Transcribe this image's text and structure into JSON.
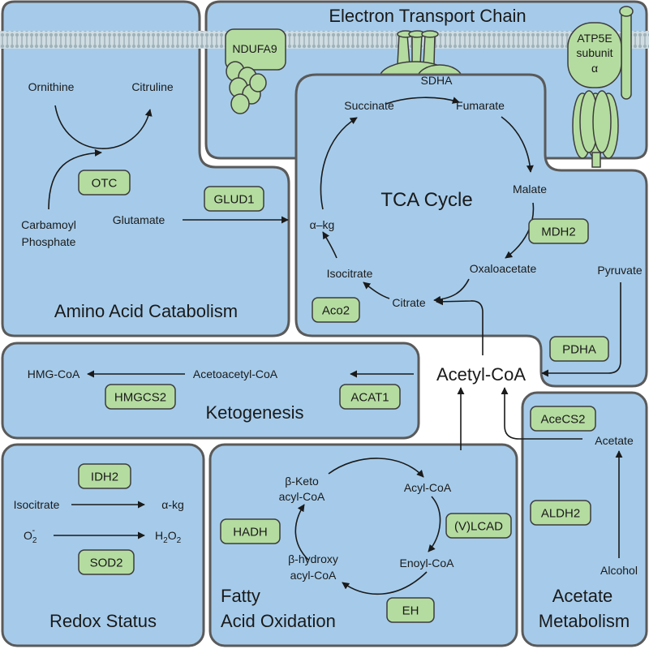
{
  "panels": {
    "etc_title": "Electron Transport Chain",
    "tca_title": "TCA Cycle",
    "amino_title": "Amino Acid Catabolism",
    "keto_title": "Ketogenesis",
    "redox_title": "Redox Status",
    "fao_title_1": "Fatty",
    "fao_title_2": "Acid Oxidation",
    "acetate_title_1": "Acetate",
    "acetate_title_2": "Metabolism"
  },
  "etc": {
    "ndufa9": "NDUFA9",
    "sdha": "SDHA",
    "atp5e_1": "ATP5E",
    "atp5e_2": "subunit",
    "atp5e_3": "α"
  },
  "tca": {
    "succinate": "Succinate",
    "fumarate": "Fumarate",
    "malate": "Malate",
    "oxaloacetate": "Oxaloacetate",
    "citrate": "Citrate",
    "isocitrate": "Isocitrate",
    "akg": "α–kg",
    "mdh2": "MDH2",
    "aco2": "Aco2",
    "pyruvate": "Pyruvate",
    "pdha": "PDHA"
  },
  "amino": {
    "ornithine": "Ornithine",
    "citruline": "Citruline",
    "otc": "OTC",
    "carbamoyl_1": "Carbamoyl",
    "carbamoyl_2": "Phosphate",
    "glutamate": "Glutamate",
    "glud1": "GLUD1"
  },
  "center": {
    "acetyl_coa": "Acetyl-CoA"
  },
  "keto": {
    "hmg_coa": "HMG-CoA",
    "acetoacetyl": "Acetoacetyl-CoA",
    "hmgcs2": "HMGCS2",
    "acat1": "ACAT1"
  },
  "redox": {
    "idh2": "IDH2",
    "isocitrate": "Isocitrate",
    "akg": "α-kg",
    "o2": "O",
    "o2_sub": "2",
    "o2_sup": "-",
    "h2o2_h": "H",
    "h2o2_sub1": "2",
    "h2o2_o": "O",
    "h2o2_sub2": "2",
    "sod2": "SOD2"
  },
  "fao": {
    "bketo_1": "β-Keto",
    "bketo_2": "acyl-CoA",
    "acyl_coa": "Acyl-CoA",
    "vlcad": "(V)LCAD",
    "hadh": "HADH",
    "bhydroxy_1": "β-hydroxy",
    "bhydroxy_2": "acyl-CoA",
    "enoyl_coa": "Enoyl-CoA",
    "eh": "EH"
  },
  "acetate": {
    "acecs2": "AceCS2",
    "acetate": "Acetate",
    "aldh2": "ALDH2",
    "alcohol": "Alcohol"
  },
  "colors": {
    "panel_fill": "#a6cbea",
    "panel_stroke": "#5a5a5a",
    "enzyme_fill": "#b5dca0",
    "membrane": "#c8d6dc"
  }
}
